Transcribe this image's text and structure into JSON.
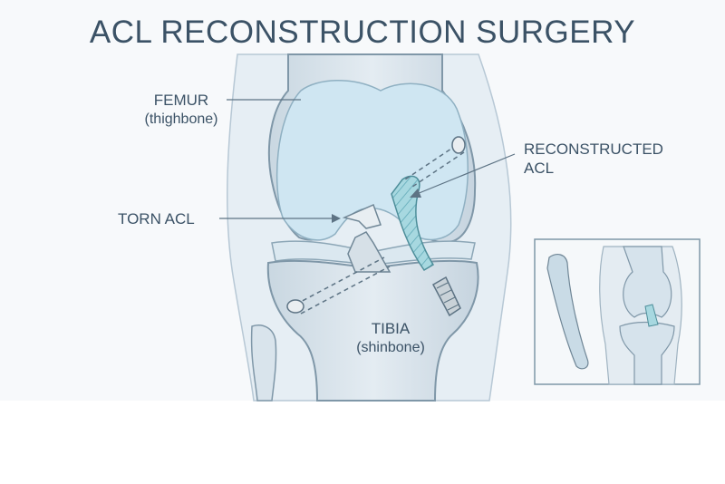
{
  "title": "ACL RECONSTRUCTION SURGERY",
  "labels": {
    "femur": {
      "name": "FEMUR",
      "sub": "(thighbone)"
    },
    "tibia": {
      "name": "TIBIA",
      "sub": "(shinbone)"
    },
    "torn_acl": "TORN ACL",
    "reconstructed_acl": {
      "line1": "RECONSTRUCTED",
      "line2": "ACL"
    }
  },
  "colors": {
    "text": "#3b5266",
    "bone": "#d6e3ec",
    "cartilage": "#cfe6f2",
    "graft": "#9fd3dc",
    "outline": "#7f97a8",
    "background": "#f7f9fb"
  }
}
